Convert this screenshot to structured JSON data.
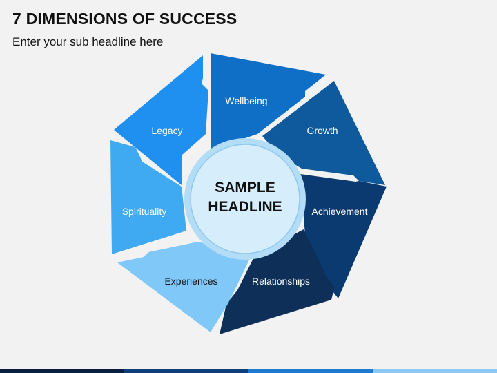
{
  "header": {
    "title": "7 DIMENSIONS OF SUCCESS",
    "subtitle": "Enter your sub headline here"
  },
  "center": {
    "line1": "SAMPLE",
    "line2": "HEADLINE",
    "outer_color": "#b3dcf6",
    "inner_color": "#d6eefc",
    "ring_color": "#8ec8ee"
  },
  "segments": [
    {
      "label": "Wellbeing",
      "color": "#0f6fc6",
      "dark_text": false
    },
    {
      "label": "Growth",
      "color": "#0f5a9c",
      "dark_text": false
    },
    {
      "label": "Achievement",
      "color": "#0b3a70",
      "dark_text": false
    },
    {
      "label": "Relationships",
      "color": "#0e2f58",
      "dark_text": false
    },
    {
      "label": "Experiences",
      "color": "#80c8f8",
      "dark_text": true
    },
    {
      "label": "Spirituality",
      "color": "#3fa9f1",
      "dark_text": false
    },
    {
      "label": "Legacy",
      "color": "#1f8ff0",
      "dark_text": false
    }
  ],
  "bottom_bar": [
    "#0a1f3f",
    "#0f3f7a",
    "#1f7ad0",
    "#8cc8f4"
  ]
}
